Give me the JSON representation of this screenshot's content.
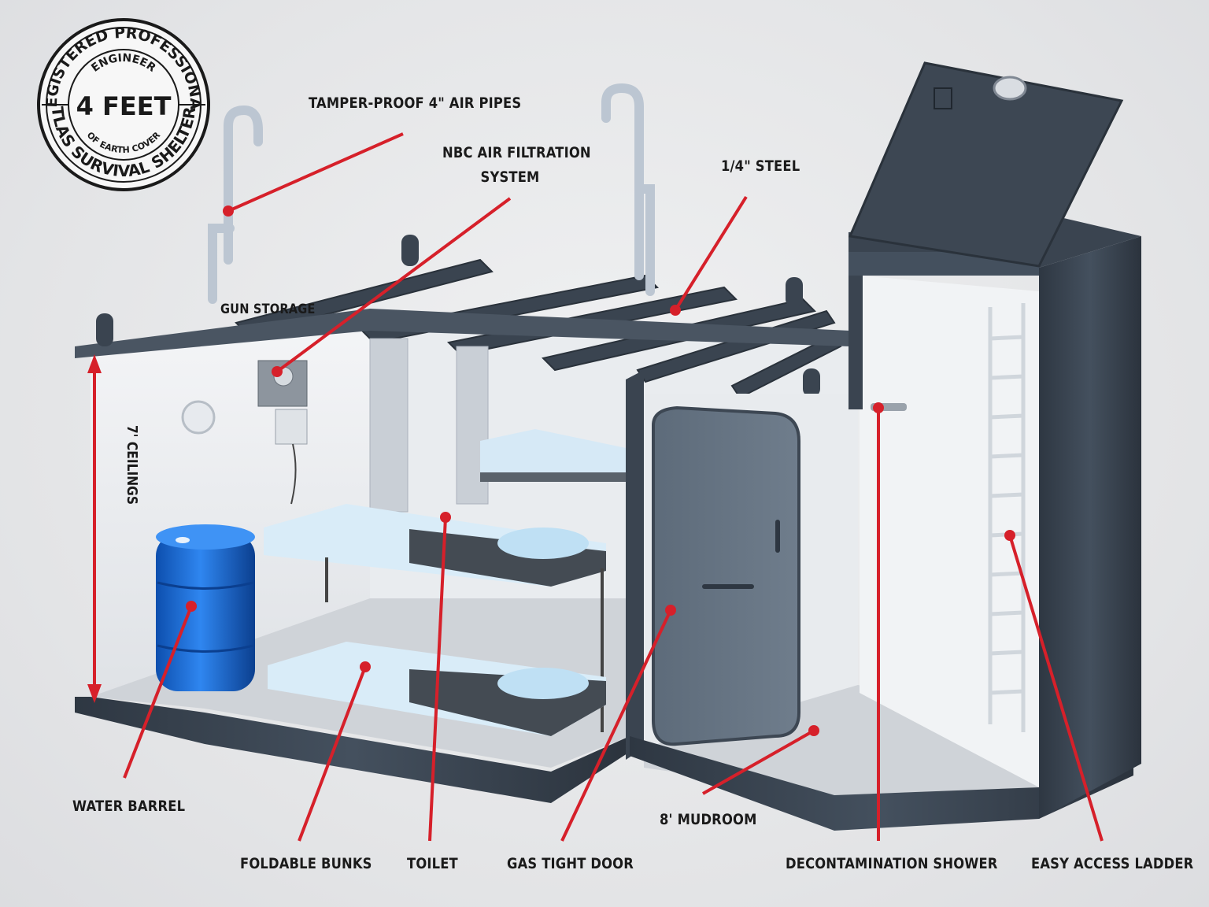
{
  "badge": {
    "top_arc": "REGISTERED PROFESSIONAL",
    "engineer": "ENGINEER",
    "center": "4 FEET",
    "cover": "OF EARTH COVER",
    "bottom_arc": "ATLAS SURVIVAL SHELTERS"
  },
  "labels": {
    "air_pipes": "TAMPER-PROOF 4\" AIR PIPES",
    "nbc_line1": "NBC AIR FILTRATION",
    "nbc_line2": "SYSTEM",
    "steel": "1/4\" STEEL",
    "gun_storage": "GUN STORAGE",
    "ceilings": "7' CEILINGS",
    "water_barrel": "WATER BARREL",
    "foldable_bunks": "FOLDABLE BUNKS",
    "toilet": "TOILET",
    "gas_tight_door": "GAS TIGHT DOOR",
    "mudroom": "8' MUDROOM",
    "decon_shower": "DECONTAMINATION SHOWER",
    "ladder": "EASY ACCESS LADDER"
  },
  "colors": {
    "leader": "#d6202a",
    "steel": "#3b4552",
    "interior": "#eef0f3",
    "barrel": "#1f6fd6",
    "mattress": "#cfe6f5"
  }
}
